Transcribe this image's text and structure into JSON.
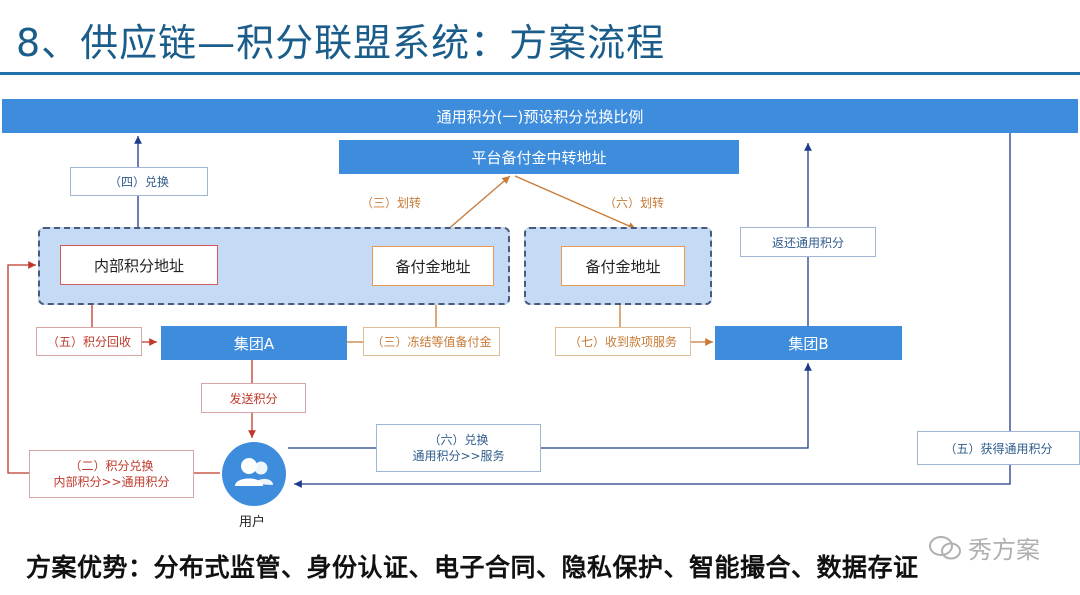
{
  "title": "8、供应链—积分联盟系统：方案流程",
  "banner": "通用积分(一)预设积分兑换比例",
  "platform_address": "平台备付金中转地址",
  "internal_points_address": "内部积分地址",
  "reserve_address_a": "备付金地址",
  "reserve_address_b": "备付金地址",
  "group_a": "集团A",
  "group_b": "集团B",
  "labels": {
    "exchange_4": "（四）兑换",
    "transfer_3": "（三）划转",
    "transfer_6": "（六）划转",
    "return_points": "返还通用积分",
    "recover_5": "（五）积分回收",
    "freeze_3": "（三）冻结等值备付金",
    "receive_7": "（七）收到款项服务",
    "send_points": "发送积分",
    "exchange_6_line1": "（六）兑换",
    "exchange_6_line2": "通用积分>>服务",
    "get_general_5": "（五）获得通用积分",
    "exchange_2_line1": "（二）积分兑换",
    "exchange_2_line2": "内部积分>>通用积分"
  },
  "user_label": "用户",
  "footer": "方案优势：分布式监管、身份认证、电子合同、隐私保护、智能撮合、数据存证",
  "watermark": "秀方案",
  "colors": {
    "primary_blue": "#3e8ddd",
    "group_fill": "#c5daf4",
    "red_arrow": "#c0392b",
    "orange_arrow": "#c87a36",
    "navy_arrow": "#1f3a8a",
    "title_color": "#1a5c8a"
  }
}
